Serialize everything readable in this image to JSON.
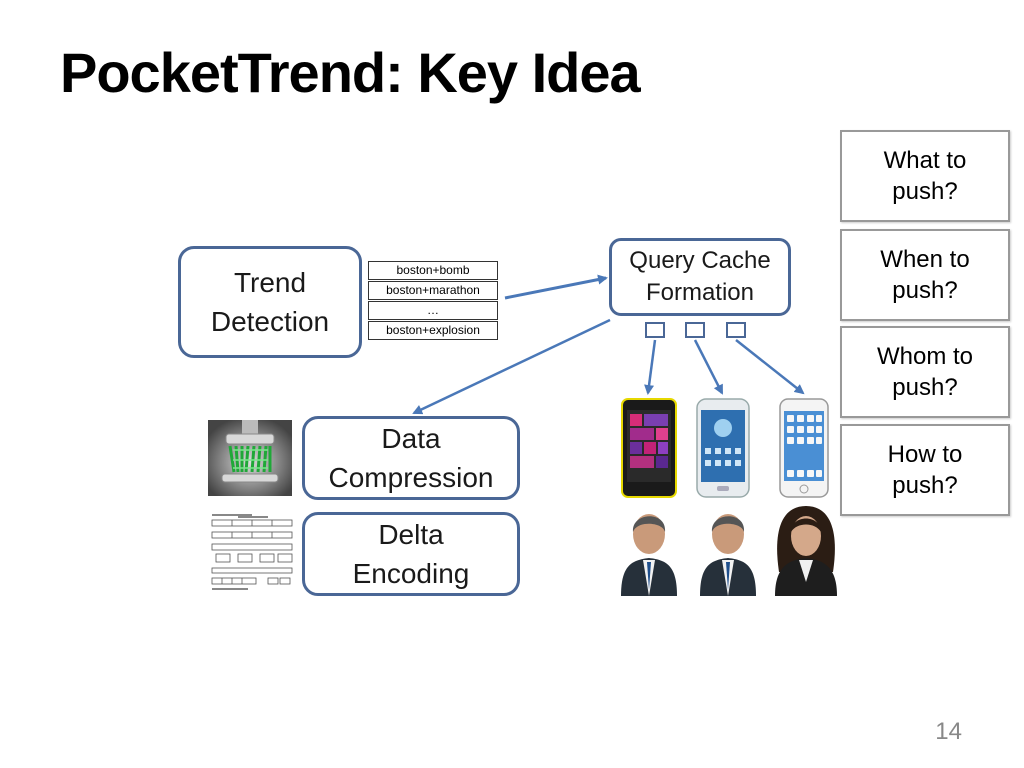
{
  "slide": {
    "title": "PocketTrend: Key Idea",
    "page_number": "14"
  },
  "diagram": {
    "trend_detection": {
      "line1": "Trend",
      "line2": "Detection"
    },
    "keywords": [
      "boston+bomb",
      "boston+marathon",
      "…",
      "boston+explosion"
    ],
    "query_cache": {
      "line1": "Query Cache",
      "line2": "Formation"
    },
    "data_compression": {
      "line1": "Data",
      "line2": "Compression"
    },
    "delta_encoding": {
      "line1": "Delta",
      "line2": "Encoding"
    },
    "questions": [
      {
        "line1": "What to",
        "line2": "push?"
      },
      {
        "line1": "When to",
        "line2": "push?"
      },
      {
        "line1": "Whom to",
        "line2": "push?"
      },
      {
        "line1": "How to",
        "line2": "push?"
      }
    ]
  },
  "colors": {
    "box_border": "#4a6796",
    "arrow": "#4a78b8",
    "title": "#000000"
  }
}
